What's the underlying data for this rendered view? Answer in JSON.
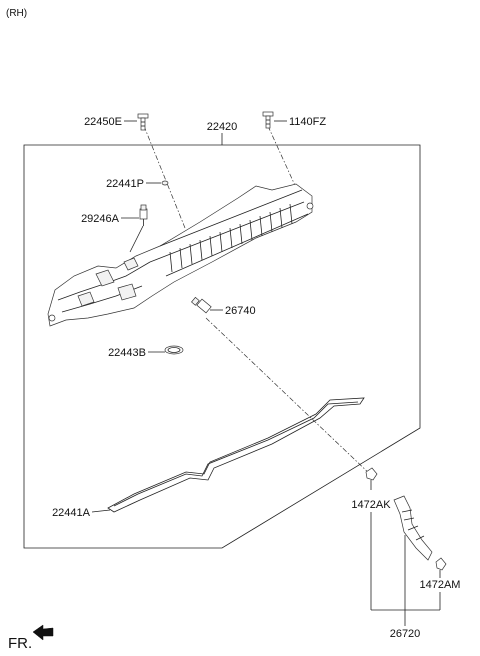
{
  "header": {
    "side": "(RH)"
  },
  "parts": {
    "p22420": "22420",
    "p22450E": "22450E",
    "p1140FZ": "1140FZ",
    "p22441P": "22441P",
    "p29246A": "29246A",
    "p26740": "26740",
    "p22443B": "22443B",
    "p22441A": "22441A",
    "p1472AK": "1472AK",
    "p1472AM": "1472AM",
    "p26720": "26720"
  },
  "footer": {
    "front_label": "FR."
  }
}
